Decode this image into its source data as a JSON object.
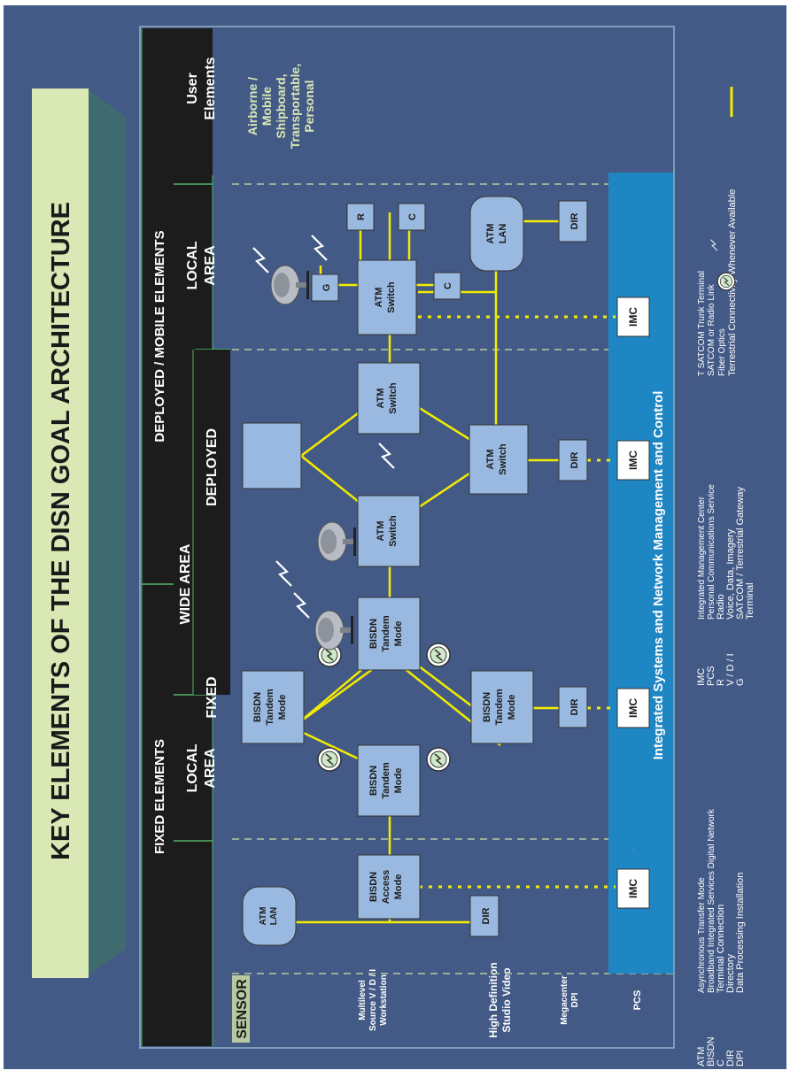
{
  "title": "KEY ELEMENTS OF THE DISN GOAL ARCHITECTURE",
  "header": {
    "fixed_elements": "FIXED ELEMENTS",
    "deployed_mobile": "DEPLOYED / MOBILE ELEMENTS",
    "wide_area": "WIDE AREA",
    "local_area_1": "LOCAL",
    "local_area_2": "AREA",
    "fixed": "FIXED",
    "deployed": "DEPLOYED",
    "user_elements_1": "User",
    "user_elements_2": "Elements"
  },
  "user_types": [
    "Airborne /",
    "Mobile",
    "Shipboard,",
    "Transportable,",
    "Personal"
  ],
  "sensor": "SENSOR",
  "left_labels": {
    "multilevel": [
      "Multilevel",
      "Source V / D / I",
      "Workstation"
    ],
    "hdtv": [
      "High Definition",
      "Studio Video"
    ],
    "megacenter": [
      "Megacenter",
      "DPI"
    ],
    "pcs": "PCS"
  },
  "nodes": {
    "atm_lan": [
      "ATM",
      "LAN"
    ],
    "bisdn_access": [
      "BISDN",
      "Access",
      "Mode"
    ],
    "bisdn_tandem": [
      "BISDN",
      "Tandem",
      "Mode"
    ],
    "atm_switch": [
      "ATM",
      "Switch"
    ],
    "dir": "DIR",
    "imc": "IMC",
    "r": "R",
    "c": "C",
    "g": "G"
  },
  "integrated_bar": "Integrated Systems and Network Management and Control",
  "legend": {
    "col1_abbr": [
      "ATM",
      "BISDN",
      "C",
      "DIR",
      "DPI"
    ],
    "col1_desc": [
      "Asynchronous Transfer Mode",
      "Broadband Integrated Services Digital Network",
      "Terminal Connection",
      "Directory",
      "Data Processing Installation"
    ],
    "col2_abbr": [
      "IMC",
      "PCS",
      "R",
      "V / D / I",
      "G"
    ],
    "col2_desc": [
      "Integrated Management Center",
      "Personal Communications Service",
      "Radio",
      "Voice, Data, Imagery",
      "SATCOM / Terrestrial Gateway",
      "Terminal"
    ],
    "col3": [
      "T SATCOM Trunk Terminal",
      "SATCOM or Radio Link",
      "Fiber Optics",
      "Terrestrial Connectivity Whenever Available"
    ]
  },
  "colors": {
    "background": "#435a87",
    "title_band": "#d9e8b4",
    "node_fill": "#9ab9e0",
    "link": "#f4ec00",
    "header_dark": "#1c1c1c",
    "bar_blue": "#1f86c4"
  }
}
